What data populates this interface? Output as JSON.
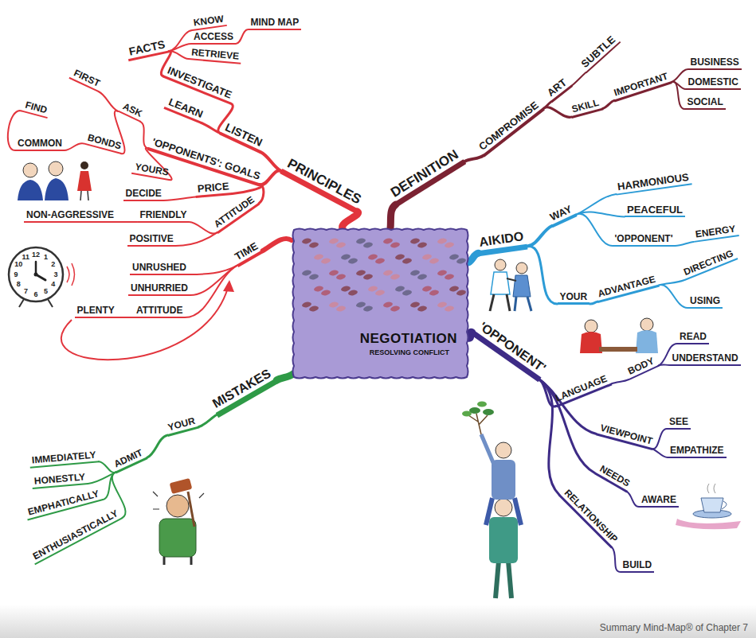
{
  "diagram": {
    "caption": "Summary Mind-Map® of Chapter 7",
    "nodes": [
      {
        "text": [
          "NEGOTIATION",
          "RESOLVING CONFLICT"
        ]
      }
    ],
    "labels": [
      "PRINCIPLES",
      "LISTEN",
      "LEARN",
      "INVESTIGATE",
      "FACTS",
      "KNOW",
      "ACCESS",
      "RETRIEVE",
      "MIND MAP",
      "FIRST",
      "ASK",
      "'OPPONENTS': GOALS",
      "FIND",
      "COMMON",
      "BONDS",
      "YOURS",
      "DECIDE",
      "PRICE",
      "NON-AGGRESSIVE",
      "FRIENDLY",
      "ATTITUDE",
      "POSITIVE",
      "UNRUSHED",
      "TIME",
      "UNHURRIED",
      "PLENTY",
      "ATTITUDE",
      "12",
      "1",
      "2",
      "3",
      "4",
      "5",
      "6",
      "7",
      "8",
      "9",
      "10",
      "11",
      "DEFINITION",
      "COMPROMISE",
      "ART",
      "SUBTLE",
      "SKILL",
      "IMPORTANT",
      "BUSINESS",
      "DOMESTIC",
      "SOCIAL",
      "AIKIDO",
      "WAY",
      "HARMONIOUS",
      "PEACEFUL",
      "'OPPONENT'",
      "ENERGY",
      "YOUR",
      "ADVANTAGE",
      "DIRECTING",
      "USING",
      "'OPPONENT'",
      "LANGUAGE",
      "BODY",
      "READ",
      "UNDERSTAND",
      "VIEWPOINT",
      "SEE",
      "EMPATHIZE",
      "NEEDS",
      "AWARE",
      "RELATIONSHIP",
      "BUILD",
      "MISTAKES",
      "YOUR",
      "ADMIT",
      "IMMEDIATELY",
      "HONESTLY",
      "EMPHATICALLY",
      "ENTHUSIASTICALLY"
    ]
  }
}
